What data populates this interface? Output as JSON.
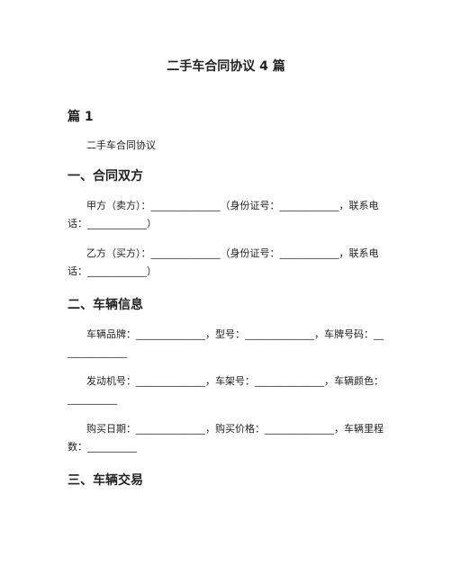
{
  "document": {
    "title": "二手车合同协议 4 篇",
    "part_heading": "篇 1",
    "subtitle": "二手车合同协议",
    "sections": [
      {
        "heading": "一、合同双方",
        "paragraphs": [
          "甲方（卖方）：______________（身份证号：____________，联系电话：____________）",
          "乙方（买方）：______________（身份证号：____________，联系电话：____________）"
        ]
      },
      {
        "heading": "二、车辆信息",
        "paragraphs": [
          "车辆品牌：______________，型号：______________，车牌号码：______________",
          "发动机号：______________，车架号：______________，车辆颜色：__________",
          "购买日期：______________，购买价格：______________，车辆里程数：__________"
        ]
      },
      {
        "heading": "三、车辆交易",
        "paragraphs": []
      }
    ]
  }
}
